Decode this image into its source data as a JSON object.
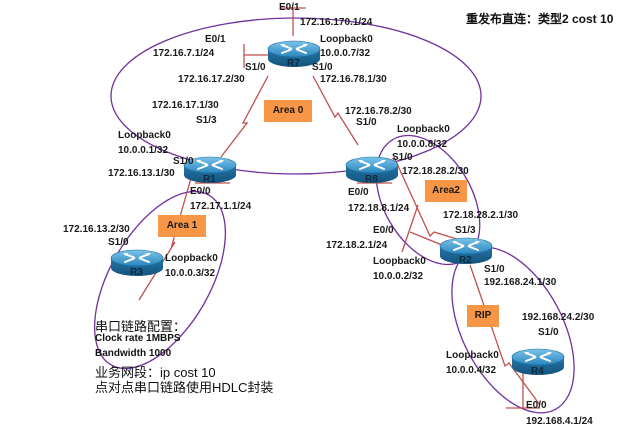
{
  "title_note": "重发布直连：类型2 cost 10",
  "colors": {
    "link": "#c0504d",
    "area_ellipse": "#7030a0",
    "area_badge": "#f79646",
    "router_top": "#3b9ad0",
    "router_side": "#1f6f9e"
  },
  "areas": [
    {
      "id": "area0",
      "label": "Area 0"
    },
    {
      "id": "area1",
      "label": "Area 1"
    },
    {
      "id": "area2",
      "label": "Area2"
    },
    {
      "id": "rip",
      "label": "RIP"
    }
  ],
  "routers": [
    {
      "id": "R7",
      "name": "R7",
      "loopback_label": "Loopback0",
      "loopback_ip": "10.0.0.7/32"
    },
    {
      "id": "R1",
      "name": "R1",
      "loopback_label": "Loopback0",
      "loopback_ip": "10.0.0.1/32"
    },
    {
      "id": "R8",
      "name": "R8",
      "loopback_label": "Loopback0",
      "loopback_ip": "10.0.0.8/32"
    },
    {
      "id": "R3",
      "name": "R3",
      "loopback_label": "Loopback0",
      "loopback_ip": "10.0.0.3/32"
    },
    {
      "id": "R2",
      "name": "R2",
      "loopback_label": "Loopback0",
      "loopback_ip": "10.0.0.2/32"
    },
    {
      "id": "R4",
      "name": "R4",
      "loopback_label": "Loopback0",
      "loopback_ip": "10.0.0.4/32"
    }
  ],
  "interfaces": {
    "r7_e01_top": {
      "name": "E0/1",
      "ip": "172.16.170.1/24"
    },
    "r7_e01_left": {
      "name": "E0/1",
      "ip": "172.16.7.1/24"
    },
    "r7_s10_left": {
      "name": "S1/0",
      "ip": "172.16.17.2/30"
    },
    "r7_s10_right": {
      "name": "S1/0",
      "ip": "172.16.78.1/30"
    },
    "r1_s13": {
      "name": "S1/3",
      "ip": "172.16.17.1/30"
    },
    "r1_s10": {
      "name": "S1/0",
      "ip": "172.16.13.1/30"
    },
    "r1_e00": {
      "name": "E0/0",
      "ip": "172.17.1.1/24"
    },
    "r8_s10_top": {
      "name": "S1/0",
      "ip": "172.16.78.2/30"
    },
    "r8_s10_bottom": {
      "name": "S1/0",
      "ip": "172.18.28.2/30"
    },
    "r8_e00": {
      "name": "E0/0",
      "ip": "172.18.8.1/24"
    },
    "r3_s10": {
      "name": "S1/0",
      "ip": "172.16.13.2/30"
    },
    "r2_s13": {
      "name": "S1/3",
      "ip": "172.18.28.2.1/30"
    },
    "r2_e00": {
      "name": "E0/0",
      "ip": "172.18.2.1/24"
    },
    "r2_s10": {
      "name": "S1/0",
      "ip": "192.168.24.1/30"
    },
    "r4_s10": {
      "name": "S1/0",
      "ip": "192.168.24.2/30"
    },
    "r4_e00": {
      "name": "E0/0",
      "ip": "192.168.4.1/24"
    }
  },
  "notes": {
    "heading": "串口链路配置：",
    "clock_rate": "Clock rate  1MBPS",
    "bandwidth": "Bandwidth 1000",
    "ip_cost": "业务网段：ip cost 10",
    "hdlc": "点对点串口链路使用HDLC封装"
  }
}
